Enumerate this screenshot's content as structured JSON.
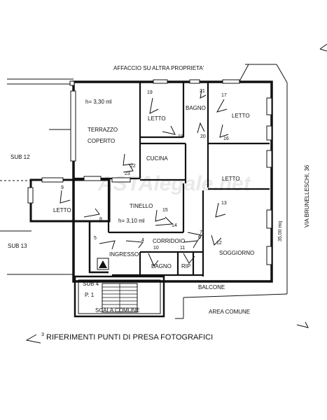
{
  "header": {
    "top_label": "AFFACCIO SU ALTRA PROPRIETA'"
  },
  "rooms": {
    "terrazzo_height": "h= 3,30 ml",
    "terrazzo_line1": "TERRAZZO",
    "terrazzo_line2": "COPERTO",
    "letto_a": "LETTO",
    "bagno_a": "BAGNO",
    "letto_b": "LETTO",
    "cucina": "CUCINA",
    "letto_c": "LETTO",
    "letto_d": "LETTO",
    "tinello": "TINELLO",
    "tinello_height": "h= 3,10 ml",
    "corridoio": "CORRIDOIO",
    "ingresso": "INGRESSO",
    "bagno_b": "BAGNO",
    "rip": "RIP",
    "soggiorno": "SOGGIORNO",
    "balcone": "BALCONE",
    "area_comune": "AREA COMUNE",
    "sub4": "SUB 4",
    "p1": "P. 1",
    "scala_comune": "SCALA COMUNE"
  },
  "labels": {
    "sub12": "SUB 12",
    "sub13": "SUB 13",
    "street": "VIA BRUNELLESCHI, 36",
    "area_dim": "35,00 mq",
    "watermark": "ASTAlegale.net"
  },
  "photo_points": [
    "19",
    "21",
    "17",
    "18",
    "20",
    "16",
    "22",
    "23",
    "9",
    "8",
    "13",
    "15",
    "14",
    "5",
    "4",
    "7",
    "6",
    "10",
    "11",
    "12"
  ],
  "legend": {
    "symbol_number": "3",
    "text": "RIFERIMENTI PUNTI DI PRESA FOTOGRAFICI"
  },
  "colors": {
    "wall": "#111111",
    "ink": "#111111",
    "watermark": "#e6e6e6"
  }
}
